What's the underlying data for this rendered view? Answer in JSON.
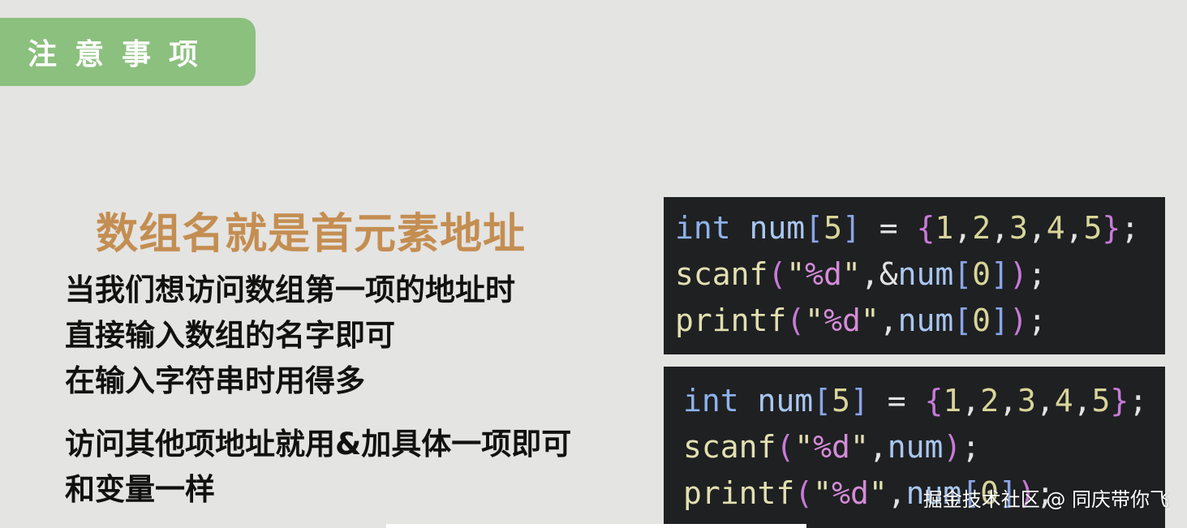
{
  "header": {
    "title": "注意事项",
    "color": "#8cc07f"
  },
  "subtitle": "数组名就是首元素地址",
  "bullets": [
    "当我们想访问数组第一项的地址时",
    "直接输入数组的名字即可",
    "在输入字符串时用得多",
    "访问其他项地址就用&加具体一项即可",
    "和变量一样"
  ],
  "code_blocks": [
    {
      "lines": [
        "int num[5] = {1,2,3,4,5};",
        "scanf(\"%d\",&num[0]);",
        "printf(\"%d\",num[0]);"
      ]
    },
    {
      "lines": [
        "int num[5] = {1,2,3,4,5};",
        "scanf(\"%d\",num);",
        "printf(\"%d\",num[0]);"
      ]
    }
  ],
  "watermark": "掘金技术社区 @ 同庆带你飞"
}
